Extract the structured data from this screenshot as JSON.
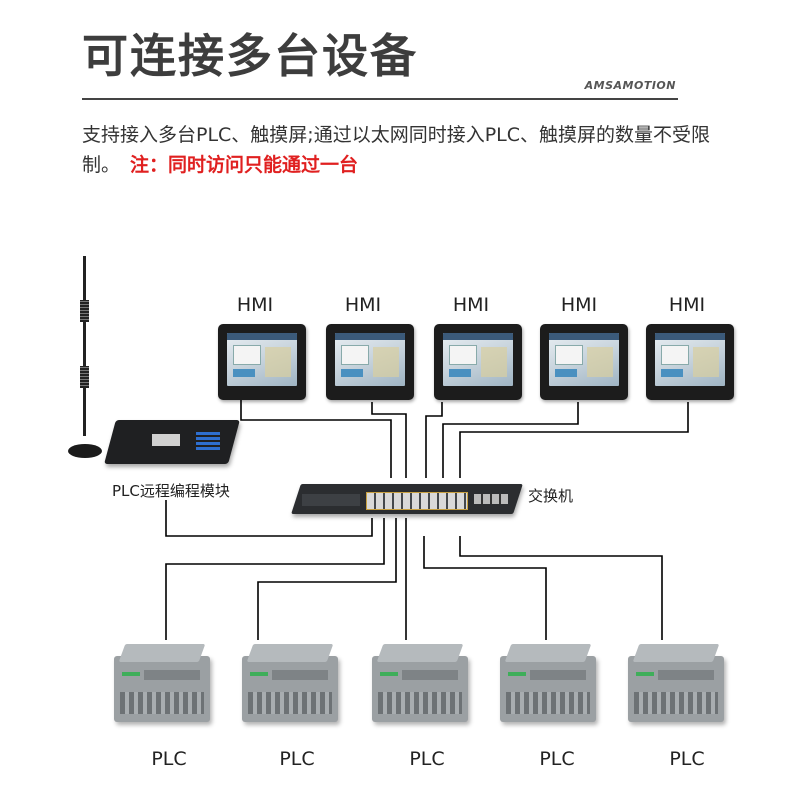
{
  "header": {
    "title": "可连接多台设备",
    "brand": "AMSAMOTION"
  },
  "description": {
    "text": "支持接入多台PLC、触摸屏;通过以太网同时接入PLC、触摸屏的数量不受限制。",
    "note": "注：同时访问只能通过一台"
  },
  "diagram": {
    "hmi_label": "HMI",
    "plc_label": "PLC",
    "router_label": "PLC远程编程模块",
    "switch_label": "交换机",
    "hmi_count": 5,
    "plc_count": 5,
    "line_color": "#000000"
  }
}
